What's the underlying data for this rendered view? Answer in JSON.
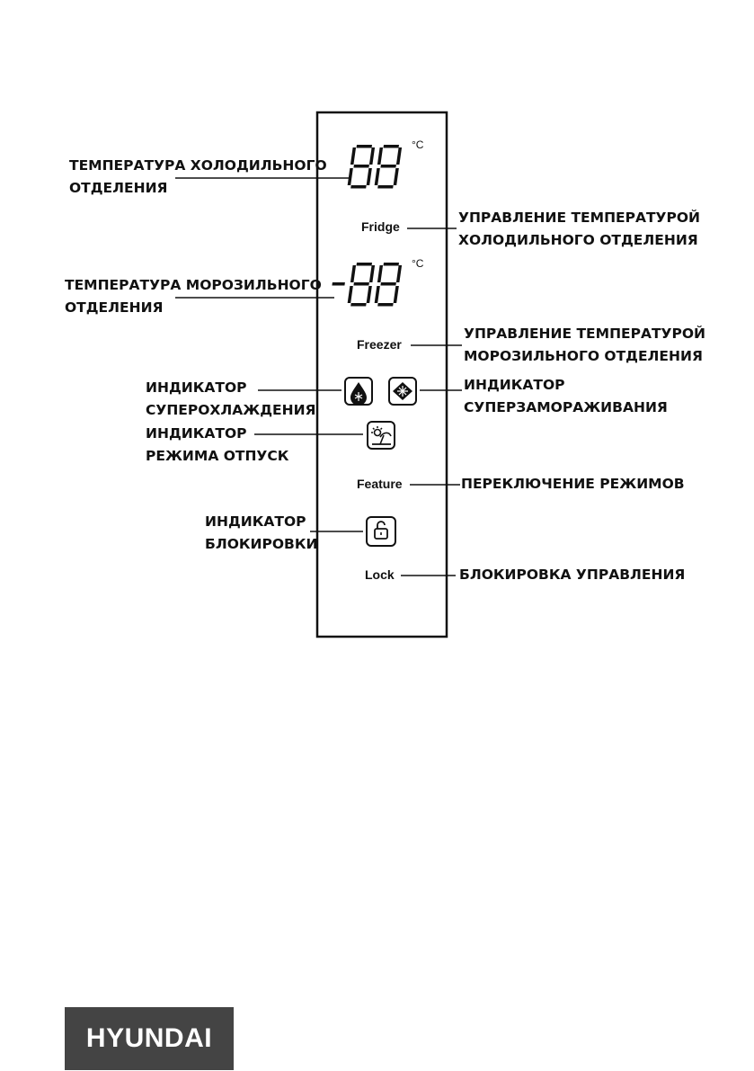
{
  "callouts": {
    "fridge_temp": [
      "ТЕМПЕРАТУРА ХОЛОДИЛЬНОГО",
      "ОТДЕЛЕНИЯ"
    ],
    "fridge_control": [
      "УПРАВЛЕНИЕ ТЕМПЕРАТУРОЙ",
      "ХОЛОДИЛЬНОГО ОТДЕЛЕНИЯ"
    ],
    "freezer_temp": [
      "ТЕМПЕРАТУРА МОРОЗИЛЬНОГО",
      "ОТДЕЛЕНИЯ"
    ],
    "freezer_control": [
      "УПРАВЛЕНИЕ ТЕМПЕРАТУРОЙ",
      "МОРОЗИЛЬНОГО ОТДЕЛЕНИЯ"
    ],
    "supercool": [
      "ИНДИКАТОР",
      "СУПЕРОХЛАЖДЕНИЯ"
    ],
    "superfreeze": [
      "ИНДИКАТОР",
      "СУПЕРЗАМОРАЖИВАНИЯ"
    ],
    "vacation": [
      "ИНДИКАТОР",
      "РЕЖИМА ОТПУСК"
    ],
    "feature_switch": [
      "ПЕРЕКЛЮЧЕНИЕ РЕЖИМОВ"
    ],
    "lock_indicator": [
      "ИНДИКАТОР",
      "БЛОКИРОВКИ"
    ],
    "lock_control": [
      "БЛОКИРОВКА УПРАВЛЕНИЯ"
    ]
  },
  "panel": {
    "fridge_display": "88",
    "freezer_display": "-88",
    "unit": "°C",
    "buttons": {
      "fridge": "Fridge",
      "freezer": "Freezer",
      "feature": "Feature",
      "lock": "Lock"
    },
    "icons": [
      "supercool-icon",
      "superfreeze-icon",
      "vacation-icon",
      "lock-icon"
    ]
  },
  "brand": "HYUNDAI"
}
